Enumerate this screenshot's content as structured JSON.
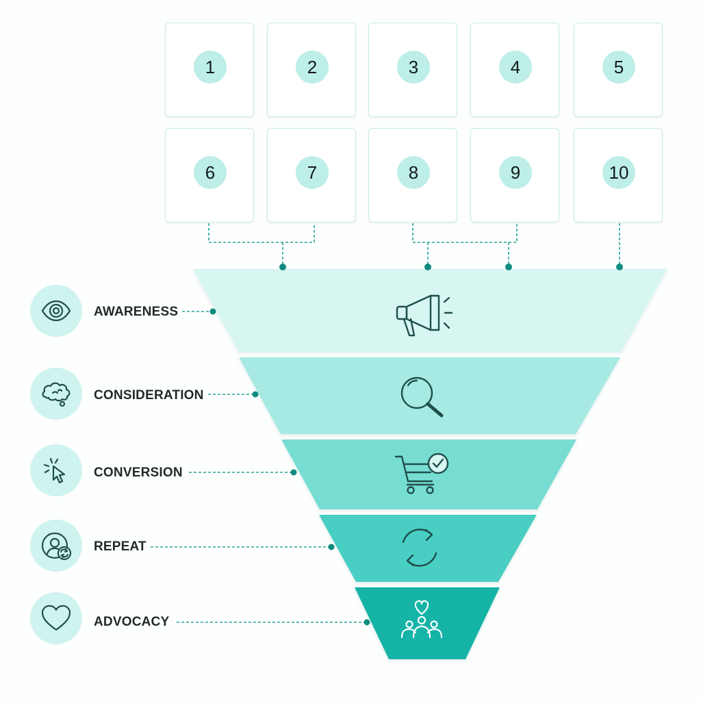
{
  "cards": [
    "1",
    "2",
    "3",
    "4",
    "5",
    "6",
    "7",
    "8",
    "9",
    "10"
  ],
  "stages": [
    {
      "label": "AWARENESS",
      "side_icon": "eye-icon",
      "funnel_icon": "megaphone-icon",
      "color": "#d7f6f2"
    },
    {
      "label": "CONSIDERATION",
      "side_icon": "thought-cloud-icon",
      "funnel_icon": "magnifier-icon",
      "color": "#a6eae3"
    },
    {
      "label": "CONVERSION",
      "side_icon": "cursor-click-icon",
      "funnel_icon": "cart-check-icon",
      "color": "#77ddd3"
    },
    {
      "label": "REPEAT",
      "side_icon": "user-refresh-icon",
      "funnel_icon": "refresh-icon",
      "color": "#48cec3"
    },
    {
      "label": "ADVOCACY",
      "side_icon": "heart-icon",
      "funnel_icon": "community-heart-icon",
      "color": "#14b3a7"
    }
  ],
  "colors": {
    "accent_dark": "#0f8c80",
    "connector": "#26a296",
    "card_border": "#c5ebe6",
    "badge": "#bdeee7",
    "stage_circle": "#cff3ef",
    "icon_stroke": "#1f4f4b",
    "advocacy_icon_stroke": "#ffffff"
  }
}
